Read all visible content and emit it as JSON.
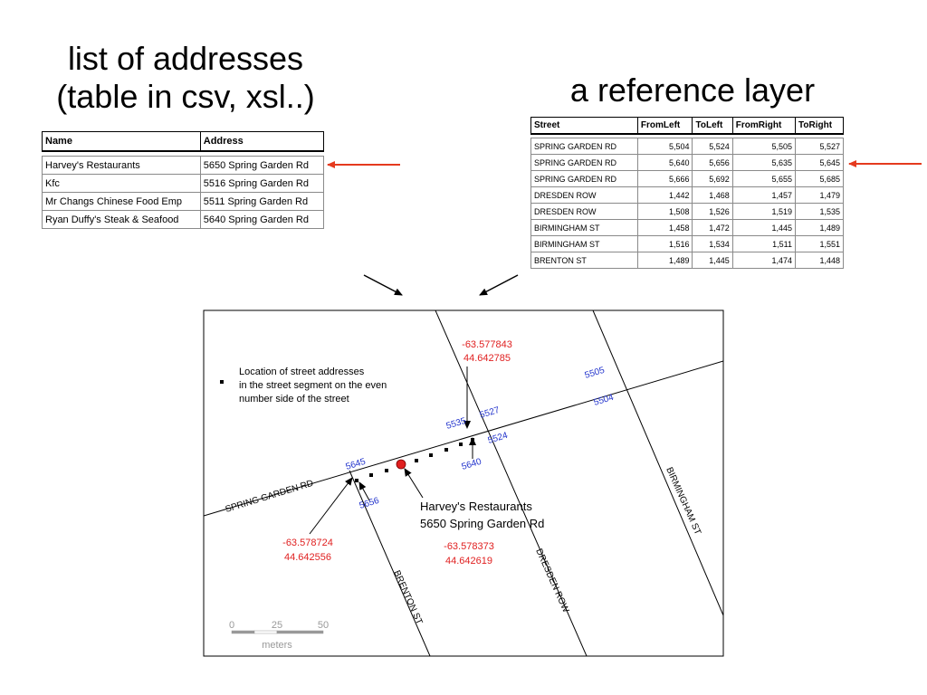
{
  "titles": {
    "left_line1": "list of addresses",
    "left_line2": "(table in csv, xsl..)",
    "right": "a reference layer"
  },
  "address_table": {
    "headers": [
      "Name",
      "Address"
    ],
    "rows": [
      [
        "Harvey's Restaurants",
        "5650 Spring Garden Rd"
      ],
      [
        "Kfc",
        "5516 Spring Garden Rd"
      ],
      [
        "Mr Changs Chinese Food Emp",
        "5511 Spring Garden Rd"
      ],
      [
        "Ryan Duffy's Steak & Seafood",
        "5640 Spring Garden Rd"
      ]
    ]
  },
  "reference_table": {
    "headers": [
      "Street",
      "FromLeft",
      "ToLeft",
      "FromRight",
      "ToRight"
    ],
    "rows": [
      [
        "SPRING GARDEN RD",
        "5,504",
        "5,524",
        "5,505",
        "5,527"
      ],
      [
        "SPRING GARDEN RD",
        "5,640",
        "5,656",
        "5,635",
        "5,645"
      ],
      [
        "SPRING GARDEN RD",
        "5,666",
        "5,692",
        "5,655",
        "5,685"
      ],
      [
        "DRESDEN ROW",
        "1,442",
        "1,468",
        "1,457",
        "1,479"
      ],
      [
        "DRESDEN ROW",
        "1,508",
        "1,526",
        "1,519",
        "1,535"
      ],
      [
        "BIRMINGHAM ST",
        "1,458",
        "1,472",
        "1,445",
        "1,489"
      ],
      [
        "BIRMINGHAM ST",
        "1,516",
        "1,534",
        "1,511",
        "1,551"
      ],
      [
        "BRENTON ST",
        "1,489",
        "1,445",
        "1,474",
        "1,448"
      ]
    ]
  },
  "map": {
    "legend_line1": "Location of street addresses",
    "legend_line2": "in the street segment on the even",
    "legend_line3": "number side of the street",
    "streets": {
      "spring_garden": "SPRING GARDEN RD",
      "brenton": "BRENTON ST",
      "dresden": "DRESDEN ROW",
      "birmingham": "BIRMINGHAM ST"
    },
    "address_numbers": {
      "n5505": "5505",
      "n5504": "5504",
      "n5535": "5535",
      "n5527": "5527",
      "n5524": "5524",
      "n5640": "5640",
      "n5645": "5645",
      "n5656": "5656"
    },
    "coords": {
      "top_lon": "-63.577843",
      "top_lat": "44.642785",
      "left_lon": "-63.578724",
      "left_lat": "44.642556",
      "mid_lon": "-63.578373",
      "mid_lat": "44.642619"
    },
    "target_label_line1": "Harvey's Restaurants",
    "target_label_line2": "5650 Spring Garden Rd",
    "scale": {
      "tick0": "0",
      "tick1": "25",
      "tick2": "50",
      "unit": "meters"
    }
  },
  "colors": {
    "highlight": "#e53a1e",
    "coordinate": "#e02020",
    "address_number": "#2233cc",
    "marker": "#e02020"
  }
}
